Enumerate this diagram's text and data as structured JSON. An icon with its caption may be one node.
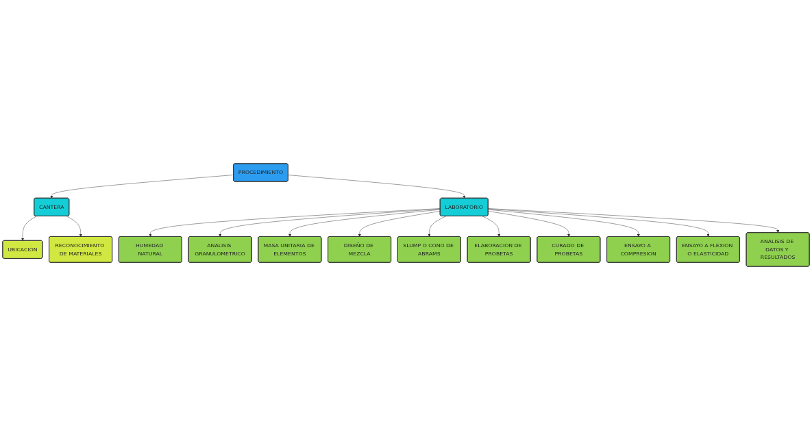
{
  "diagram": {
    "nodes": [
      {
        "text": [
          "PROCEDIMIENTO"
        ]
      },
      {
        "text": [
          "CANTERA"
        ]
      },
      {
        "text": [
          "LABORATORIO"
        ]
      },
      {
        "text": [
          "UBICACIÓN"
        ]
      },
      {
        "text": [
          "RECONOCIMIENTO DE MATERIALES"
        ]
      },
      {
        "text": [
          "HUMEDAD NATURAL"
        ]
      },
      {
        "text": [
          "ANALISIS GRANULOMETRICO"
        ]
      },
      {
        "text": [
          "MASA UNITARIA DE ELEMENTOS"
        ]
      },
      {
        "text": [
          "DISEÑO DE MEZCLA"
        ]
      },
      {
        "text": [
          "SLUMP O CONO DE ABRAMS"
        ]
      },
      {
        "text": [
          "ELABORACION DE PROBETAS"
        ]
      },
      {
        "text": [
          "CURADO DE PROBETAS"
        ]
      },
      {
        "text": [
          "ENSAYO A COMPRESION"
        ]
      },
      {
        "text": [
          "ENSAYO A FLEXION O ELASTICIDAD"
        ]
      },
      {
        "text": [
          "ANALISIS DE DATOS Y RESULTADOS"
        ]
      }
    ],
    "edges": [
      {
        "from": 0,
        "to": 1,
        "arrow": "to"
      },
      {
        "from": 0,
        "to": 2,
        "arrow": "to"
      },
      {
        "from": 1,
        "to": 3,
        "arrow": "to"
      },
      {
        "from": 1,
        "to": 4,
        "arrow": "to"
      },
      {
        "from": 2,
        "to": 5,
        "arrow": "to"
      },
      {
        "from": 2,
        "to": 6,
        "arrow": "to"
      },
      {
        "from": 2,
        "to": 7,
        "arrow": "to"
      },
      {
        "from": 2,
        "to": 8,
        "arrow": "to"
      },
      {
        "from": 2,
        "to": 9,
        "arrow": "to"
      },
      {
        "from": 2,
        "to": 10,
        "arrow": "to"
      },
      {
        "from": 2,
        "to": 11,
        "arrow": "to"
      },
      {
        "from": 2,
        "to": 12,
        "arrow": "to"
      },
      {
        "from": 2,
        "to": 13,
        "arrow": "to"
      },
      {
        "from": 2,
        "to": 14,
        "arrow": "to"
      }
    ]
  }
}
